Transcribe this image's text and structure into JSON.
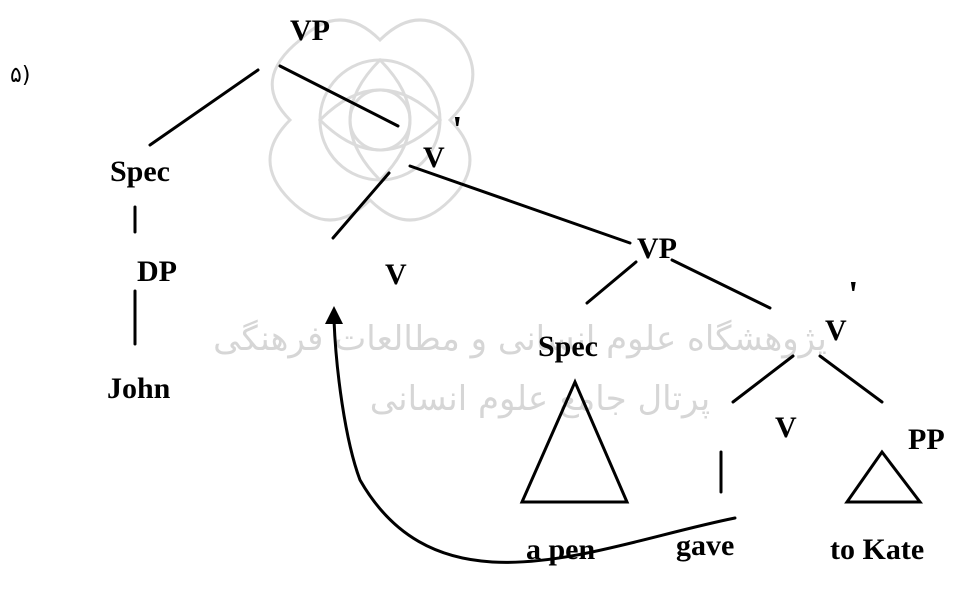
{
  "example_number": "۵)",
  "watermark": {
    "line1": "پژوهشگاه علوم انسانی و مطالعات فرهنگی",
    "line2": "پرتال جامع علوم انسانی"
  },
  "nodes": {
    "vp_top": "VP",
    "spec_top": "Spec",
    "vbar_top": "V",
    "prime_top": "'",
    "dp": "DP",
    "john": "John",
    "v_empty": "V",
    "vp_lower": "VP",
    "spec_lower": "Spec",
    "vbar_lower": "V",
    "prime_lower": "'",
    "v_lower": "V",
    "pp": "PP",
    "a_pen": "a pen",
    "gave": "gave",
    "to_kate": "to Kate"
  }
}
